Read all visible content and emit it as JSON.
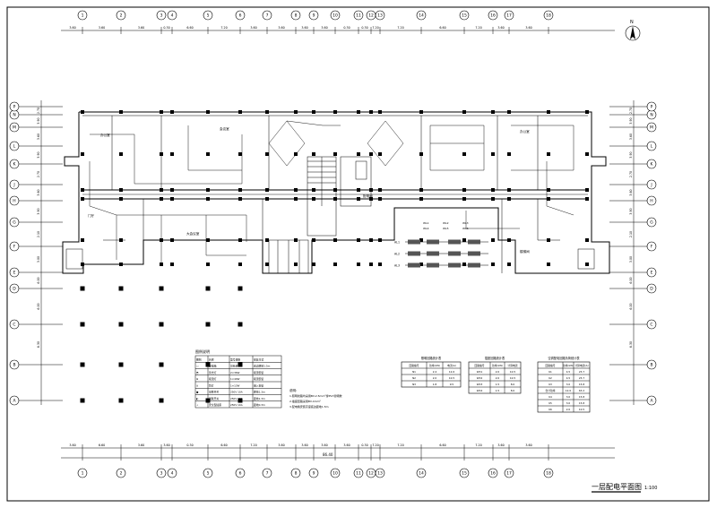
{
  "drawing": {
    "title": "一层配电平面图",
    "scale": "1:100",
    "north_label": "N"
  },
  "axes": {
    "columns": [
      "1",
      "2",
      "3",
      "4",
      "5",
      "6",
      "7",
      "8",
      "9",
      "10",
      "11",
      "12",
      "13",
      "14",
      "15",
      "16",
      "17",
      "18"
    ],
    "rows": [
      "A",
      "B",
      "C",
      "D",
      "E",
      "F",
      "G",
      "H",
      "J",
      "K",
      "L",
      "M",
      "N",
      "P"
    ]
  },
  "dimensions": {
    "top": [
      "3.60",
      "3.60",
      "3.60",
      "0.30",
      "6.60",
      "7.20",
      "3.60",
      "3.60",
      "3.60",
      "3.60",
      "0.30",
      "0.30",
      "7.20",
      "7.20",
      "6.60",
      "7.20",
      "3.60",
      "3.60"
    ],
    "bottom": [
      "3.60",
      "6.60",
      "3.60",
      "3.60",
      "0.30",
      "6.60",
      "7.20",
      "3.60",
      "3.60",
      "3.60",
      "3.60",
      "0.30",
      "7.20",
      "7.20",
      "6.60",
      "7.20",
      "3.60",
      "3.60"
    ],
    "bottom_total": "86.40",
    "left": [
      "2.70",
      "3.90",
      "3.60",
      "3.90",
      "2.70",
      "3.60",
      "3.90",
      "2.10",
      "3.00",
      "6.00",
      "6.00",
      "6.30"
    ],
    "right": [
      "2.70",
      "3.90",
      "3.60",
      "3.90",
      "2.70",
      "3.60",
      "3.90",
      "2.10",
      "3.00",
      "6.00",
      "6.00",
      "6.30"
    ]
  },
  "rooms": [
    {
      "label": "办公室"
    },
    {
      "label": "会议室"
    },
    {
      "label": "门厅"
    },
    {
      "label": "大会议室"
    },
    {
      "label": "配电间"
    },
    {
      "label": "办公室"
    },
    {
      "label": "楼梯间"
    }
  ],
  "legend": {
    "title": "图例说明",
    "headers": [
      "图例",
      "名称",
      "型号规格",
      "安装方式"
    ],
    "rows": [
      [
        "▭",
        "配电箱",
        "见系统",
        "底边距地1.5m"
      ],
      [
        "◓",
        "荧光灯",
        "2×36W",
        "吸顶安装"
      ],
      [
        "⊗",
        "吸顶灯",
        "1×40W",
        "吸顶安装"
      ],
      [
        "⊙",
        "筒灯",
        "1×13W",
        "嵌入安装"
      ],
      [
        "●",
        "单联开关",
        "250V 10A",
        "距地1.3m"
      ],
      [
        "◐",
        "双联开关",
        "250V 10A",
        "距地1.3m"
      ],
      [
        "⊥",
        "安全型插座",
        "250V 10A",
        "距地0.3m"
      ]
    ]
  },
  "notes": {
    "title": "说明:",
    "lines": [
      "1.照明线路均采用BV-2.5mm²穿PVC管暗敷",
      "2.插座回路采用BV-4mm²",
      "3.配电箱安装高度底边距地1.5m"
    ]
  },
  "table1": {
    "title": "照明回路统计表",
    "headers": [
      "回路编号",
      "功率(kW)",
      "电流(A)"
    ],
    "rows": [
      [
        "N1",
        "2.4",
        "12.6"
      ],
      [
        "N2",
        "2.0",
        "10.5"
      ],
      [
        "N3",
        "1.8",
        "9.5"
      ]
    ]
  },
  "table2": {
    "title": "插座回路统计表",
    "headers": [
      "回路编号",
      "功率(kW)",
      "计算电流"
    ],
    "rows": [
      [
        "WX1",
        "2.0",
        "10.5"
      ],
      [
        "WX2",
        "2.0",
        "10.5"
      ],
      [
        "WX3",
        "1.5",
        "8.0"
      ],
      [
        "WX4",
        "1.5",
        "8.0"
      ]
    ]
  },
  "table3": {
    "title": "空调配电回路负荷统计表",
    "headers": [
      "回路编号",
      "功率(kW)",
      "计算电流(A)"
    ],
    "rows": [
      [
        "K1",
        "4.5",
        "23.7"
      ],
      [
        "K2",
        "4.5",
        "23.7"
      ],
      [
        "K3",
        "3.0",
        "15.8"
      ],
      [
        "合计功率",
        "12.0",
        "63.2"
      ],
      [
        "K4",
        "3.0",
        "15.8"
      ],
      [
        "K5",
        "3.0",
        "15.8"
      ],
      [
        "K6",
        "2.0",
        "10.5"
      ]
    ]
  },
  "distribution": {
    "panels": [
      "AL1",
      "AL2",
      "AL3"
    ],
    "labels": [
      "WL1",
      "WL2",
      "WL3",
      "WL4",
      "WL5",
      "WL6"
    ]
  }
}
